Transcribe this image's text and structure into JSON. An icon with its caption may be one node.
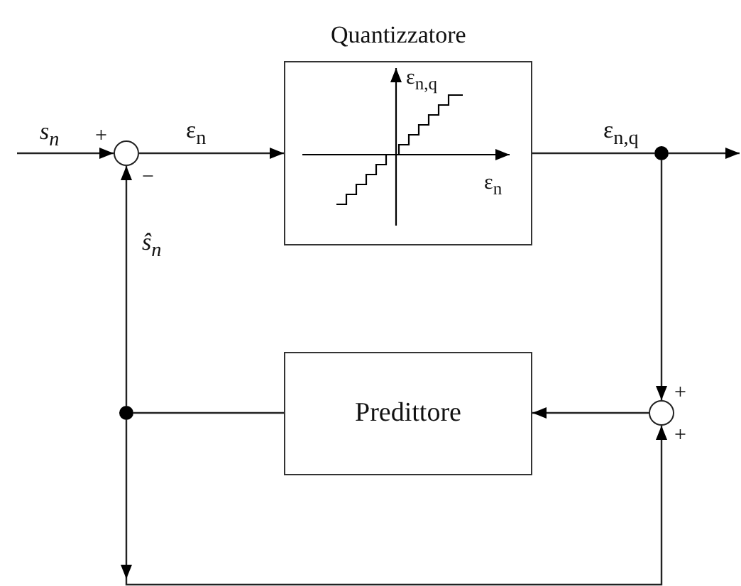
{
  "diagram": {
    "nodes": [
      {
        "text": [],
        "shape": "circle"
      },
      {
        "text": [
          "Quantizzatore",
          "ε$_{n,q}$",
          "ε$_{n}$"
        ]
      },
      {
        "text": [],
        "shape": "circle"
      },
      {
        "text": [],
        "shape": "circle"
      },
      {
        "text": [
          "Predittore"
        ]
      },
      {
        "text": [],
        "shape": "circle"
      }
    ],
    "edges": [
      {
        "from": null,
        "to": 0,
        "arrow": "to",
        "label": "s$_{n}$"
      },
      {
        "from": 0,
        "to": 1,
        "arrow": "to",
        "label": "ε$_{n}$"
      },
      {
        "from": 1,
        "to": 2,
        "arrow": "none",
        "label": "ε$_{n,q}$"
      },
      {
        "from": 2,
        "to": null,
        "arrow": "to"
      },
      {
        "from": 2,
        "to": 3,
        "arrow": "to"
      },
      {
        "from": 3,
        "to": 4,
        "arrow": "to"
      },
      {
        "from": 4,
        "to": 5,
        "arrow": "none"
      },
      {
        "from": 5,
        "to": 0,
        "arrow": "to",
        "label": "ŝ$_{n}$"
      },
      {
        "from": 5,
        "to": 3,
        "arrow": "to"
      }
    ],
    "labels": [
      "+",
      "−",
      "+",
      "+"
    ]
  }
}
